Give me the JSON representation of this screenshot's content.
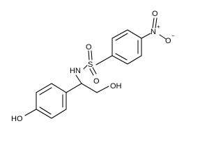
{
  "structure": {
    "atoms": {
      "nitro_O_top": "O",
      "nitro_N": "N",
      "nitro_O_side": "O",
      "sulfur": "S",
      "sulfonyl_O_top": "O",
      "sulfonyl_O_bottom": "O",
      "amine": "HN",
      "hydroxyl_side": "OH",
      "hydroxyl_ring": "HO"
    },
    "charges": {
      "nitro_N_charge": "+",
      "nitro_O_charge": "−"
    }
  }
}
